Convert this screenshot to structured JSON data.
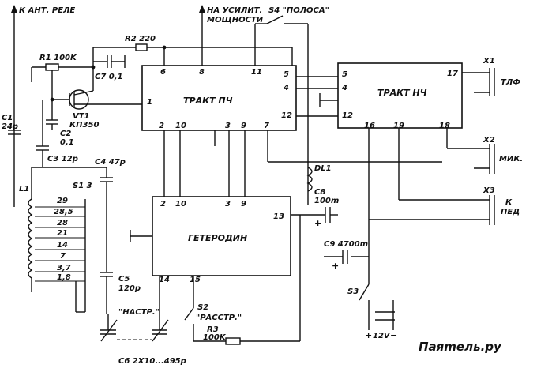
{
  "blocks": {
    "if_path": "ТРАКТ ПЧ",
    "lf_path": "ТРАКТ НЧ",
    "oscillator": "ГЕТЕРОДИН"
  },
  "annotations": {
    "to_antenna_relay": "К АНТ. РЕЛЕ",
    "to_power_amp_1": "НА УСИЛИТ.",
    "to_power_amp_2": "МОЩНОСТИ",
    "s4": "S4 \"ПОЛОСА\"",
    "r2": "R2 220",
    "r1": "R1 100K",
    "c7": "C7 0,1",
    "vt1": "VT1",
    "vt1_type": "КП350",
    "c1": "C1",
    "c1_val": "24p",
    "c2": "C2",
    "c2_val": "0,1",
    "c3": "C3 12p",
    "c4": "C4 47p",
    "s1": "S1 3",
    "l1": "L1",
    "c5": "C5",
    "c5_val": "120p",
    "c6": "C6  2X10...495p",
    "s2": "S2",
    "s2_name": "\"РАССТР.\"",
    "r3": "R3",
    "r3_val": "100K",
    "nastr": "\"НАСТР.\"",
    "dl1": "DL1",
    "c8": "C8",
    "c8_val": "100m",
    "c9": "C9 4700m",
    "s3": "S3",
    "supply": "12V",
    "x1": "X1",
    "x1_name": "ТЛФ",
    "x2": "X2",
    "x2_name": "МИК.",
    "x3": "X3",
    "x3_name_1": "К",
    "x3_name_2": "ПЕД",
    "plus_1": "+",
    "plus_2": "+",
    "plus_3": "+",
    "minus": "−",
    "watermark": "Паяmель.ру"
  },
  "pins": {
    "if_top": [
      "6",
      "8",
      "11"
    ],
    "if_right": [
      "5",
      "4",
      "12"
    ],
    "if_left": [
      "1"
    ],
    "if_bottom": [
      "2",
      "10",
      "3",
      "9",
      "7"
    ],
    "lf_left": [
      "5",
      "4",
      "12"
    ],
    "lf_right": [
      "17",
      "18"
    ],
    "lf_bottom": [
      "16",
      "19"
    ],
    "osc_top": [
      "2",
      "10",
      "3",
      "9"
    ],
    "osc_right": [
      "13"
    ],
    "osc_bottom": [
      "14",
      "15"
    ]
  },
  "taps": [
    "29",
    "28,5",
    "28",
    "21",
    "14",
    "7",
    "3,7",
    "1,8"
  ]
}
